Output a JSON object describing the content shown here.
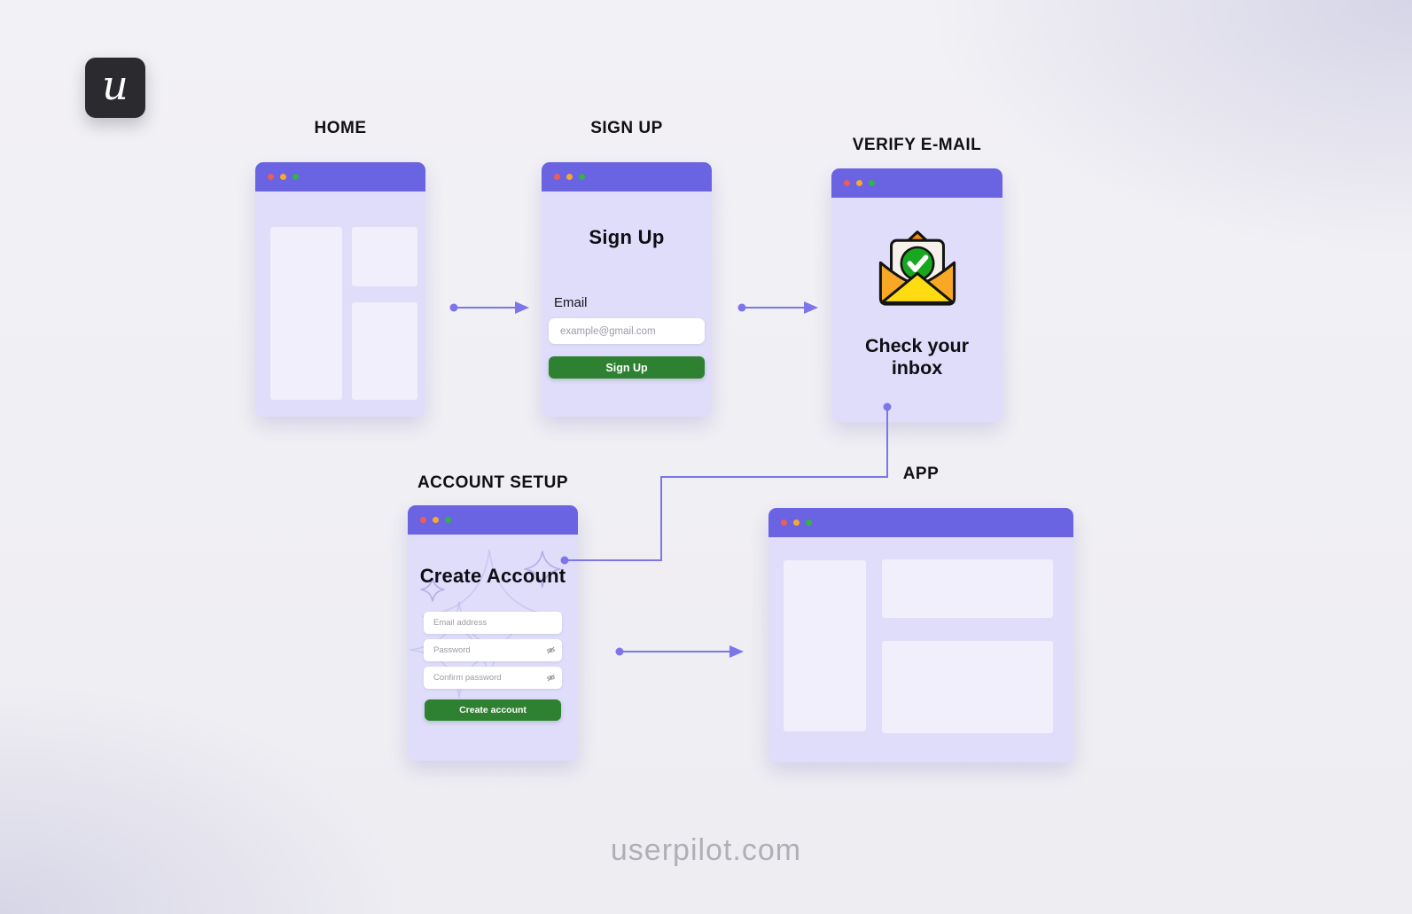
{
  "logo": {
    "letter": "u"
  },
  "watermark": "userpilot.com",
  "colors": {
    "titlebar": "#6A63E2",
    "window_body": "#DFDDFA",
    "placeholder_block": "#F0EFFB",
    "arrow": "#7D76E8",
    "button_green": "#2E8131",
    "dot_red": "#EE5D55",
    "dot_yellow": "#F5A92D",
    "dot_green": "#33B24A",
    "heading_text": "#0E0E14",
    "watermark_text": "#A9A9B0"
  },
  "stages": {
    "home": {
      "label": "HOME"
    },
    "signup": {
      "label": "SIGN UP",
      "heading": "Sign Up",
      "email_label": "Email",
      "email_placeholder": "example@gmail.com",
      "submit_label": "Sign Up"
    },
    "verify": {
      "label": "VERIFY E-MAIL",
      "message": "Check your inbox"
    },
    "account": {
      "label": "ACCOUNT SETUP",
      "heading": "Create Account",
      "email_placeholder": "Email address",
      "password_placeholder": "Password",
      "confirm_placeholder": "Confirm password",
      "submit_label": "Create account"
    },
    "app": {
      "label": "APP"
    }
  }
}
